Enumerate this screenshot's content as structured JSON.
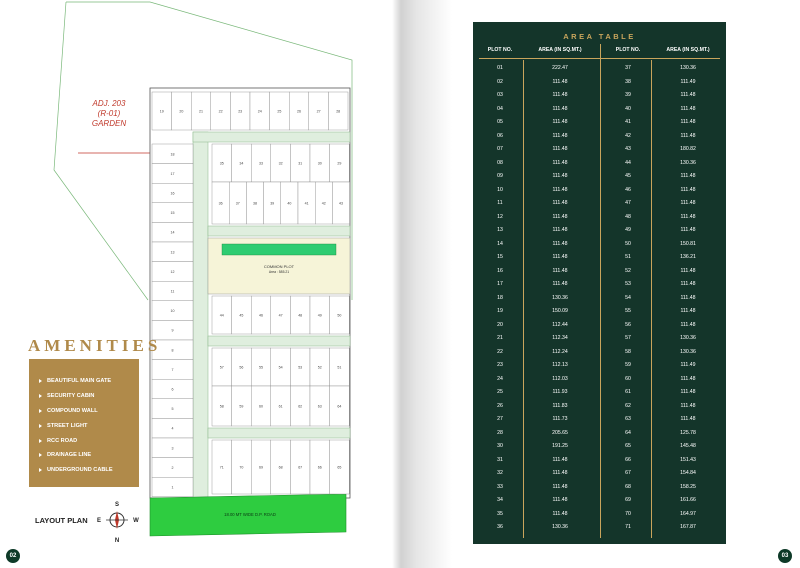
{
  "plan": {
    "adj_label": [
      "ADJ. 203",
      "(R-01)",
      "GARDEN"
    ],
    "road_label": "18.00 MT WIDE D.P. ROAD",
    "common_plot": "COMMON PLOT",
    "common_plot_area": "Area : 585.21",
    "layout_label": "LAYOUT PLAN",
    "compass": {
      "n": "N",
      "s": "S",
      "e": "E",
      "w": "W"
    },
    "top_plots": [
      "19",
      "20",
      "21",
      "22",
      "23",
      "24",
      "25",
      "26",
      "27",
      "28"
    ],
    "left_plots": [
      "18",
      "17",
      "16",
      "15",
      "14",
      "13",
      "12",
      "11",
      "10",
      "9",
      "8",
      "7",
      "6",
      "5",
      "4",
      "3",
      "2",
      "1"
    ],
    "block_a_row1": [
      "35",
      "34",
      "33",
      "32",
      "31",
      "30",
      "29"
    ],
    "block_a_row2": [
      "36",
      "37",
      "38",
      "39",
      "40",
      "41",
      "42",
      "43"
    ],
    "block_b_row1": [
      "44",
      "45",
      "46",
      "47",
      "48",
      "49",
      "50"
    ],
    "block_c_row1": [
      "57",
      "56",
      "55",
      "54",
      "53",
      "52",
      "51"
    ],
    "block_c_row2": [
      "58",
      "59",
      "60",
      "61",
      "62",
      "63",
      "64"
    ],
    "block_d_row1": [
      "71",
      "70",
      "69",
      "68",
      "67",
      "66",
      "65"
    ]
  },
  "amenities": {
    "title": "AMENITIES",
    "items": [
      "BEAUTIFUL MAIN GATE",
      "SECURITY CABIN",
      "COMPOUND WALL",
      "STREET LIGHT",
      "RCC ROAD",
      "DRAINAGE LINE",
      "UNDERGROUND CABLE"
    ]
  },
  "page_numbers": {
    "left": "02",
    "right": "03"
  },
  "area_table": {
    "title": "AREA TABLE",
    "headers": [
      "PLOT NO.",
      "AREA (IN SQ.MT.)",
      "PLOT NO.",
      "AREA (IN SQ.MT.)"
    ],
    "rows": [
      [
        "01",
        "222.47",
        "37",
        "130.36"
      ],
      [
        "02",
        "111.48",
        "38",
        "111.49"
      ],
      [
        "03",
        "111.48",
        "39",
        "111.48"
      ],
      [
        "04",
        "111.48",
        "40",
        "111.48"
      ],
      [
        "05",
        "111.48",
        "41",
        "111.48"
      ],
      [
        "06",
        "111.48",
        "42",
        "111.48"
      ],
      [
        "07",
        "111.48",
        "43",
        "180.82"
      ],
      [
        "08",
        "111.48",
        "44",
        "130.36"
      ],
      [
        "09",
        "111.48",
        "45",
        "111.48"
      ],
      [
        "10",
        "111.48",
        "46",
        "111.48"
      ],
      [
        "11",
        "111.48",
        "47",
        "111.48"
      ],
      [
        "12",
        "111.48",
        "48",
        "111.48"
      ],
      [
        "13",
        "111.48",
        "49",
        "111.48"
      ],
      [
        "14",
        "111.48",
        "50",
        "150.81"
      ],
      [
        "15",
        "111.48",
        "51",
        "136.21"
      ],
      [
        "16",
        "111.48",
        "52",
        "111.48"
      ],
      [
        "17",
        "111.48",
        "53",
        "111.48"
      ],
      [
        "18",
        "130.36",
        "54",
        "111.48"
      ],
      [
        "19",
        "150.09",
        "55",
        "111.48"
      ],
      [
        "20",
        "112.44",
        "56",
        "111.48"
      ],
      [
        "21",
        "112.34",
        "57",
        "130.36"
      ],
      [
        "22",
        "112.24",
        "58",
        "130.36"
      ],
      [
        "23",
        "112.13",
        "59",
        "111.49"
      ],
      [
        "24",
        "112.03",
        "60",
        "111.48"
      ],
      [
        "25",
        "111.93",
        "61",
        "111.48"
      ],
      [
        "26",
        "111.83",
        "62",
        "111.48"
      ],
      [
        "27",
        "111.73",
        "63",
        "111.48"
      ],
      [
        "28",
        "205.65",
        "64",
        "125.78"
      ],
      [
        "30",
        "191.25",
        "65",
        "145.48"
      ],
      [
        "31",
        "111.48",
        "66",
        "151.43"
      ],
      [
        "32",
        "111.48",
        "67",
        "154.84"
      ],
      [
        "33",
        "111.48",
        "68",
        "158.25"
      ],
      [
        "34",
        "111.48",
        "69",
        "161.66"
      ],
      [
        "35",
        "111.48",
        "70",
        "164.97"
      ],
      [
        "36",
        "130.36",
        "71",
        "167.87"
      ]
    ]
  },
  "colors": {
    "gold": "#b08a4a",
    "dark_green": "#14352a",
    "road_green": "#2ecc40",
    "internal_road": "#dfeede",
    "common_plot_fill": "#f6f4d8"
  }
}
